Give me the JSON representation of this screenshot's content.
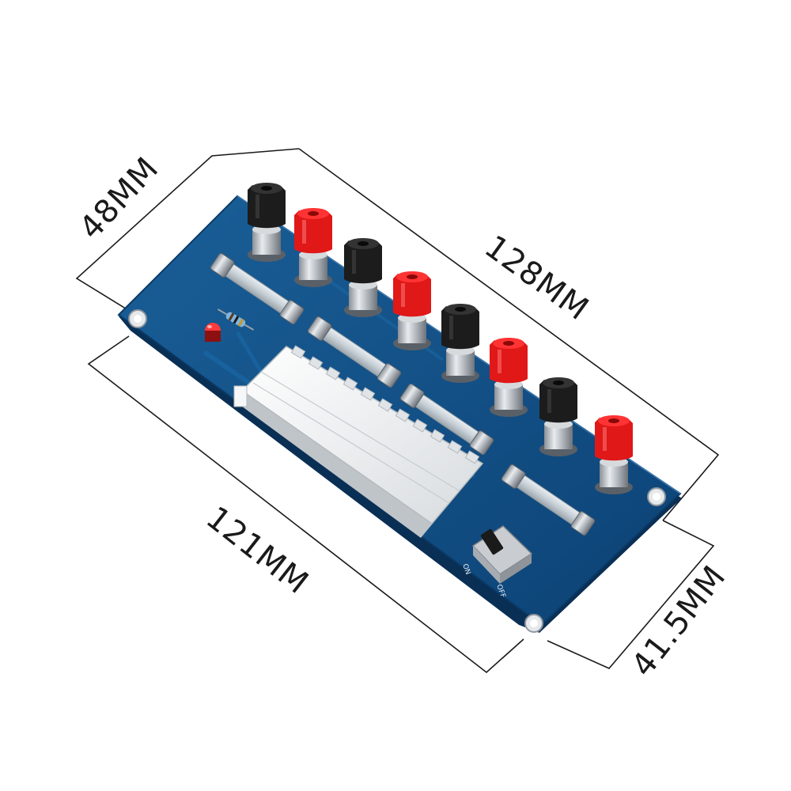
{
  "dimensions": {
    "top_left": "48MM",
    "top_right": "128MM",
    "bottom_left": "121MM",
    "bottom_right": "41.5MM"
  },
  "switch_labels": {
    "on": "ON",
    "off": "OFF"
  },
  "colors": {
    "board": "#0f4f86",
    "terminal_black": "#1a1a1a",
    "terminal_red": "#e01818",
    "connector": "#f2f2f2",
    "led": "#e02020"
  }
}
